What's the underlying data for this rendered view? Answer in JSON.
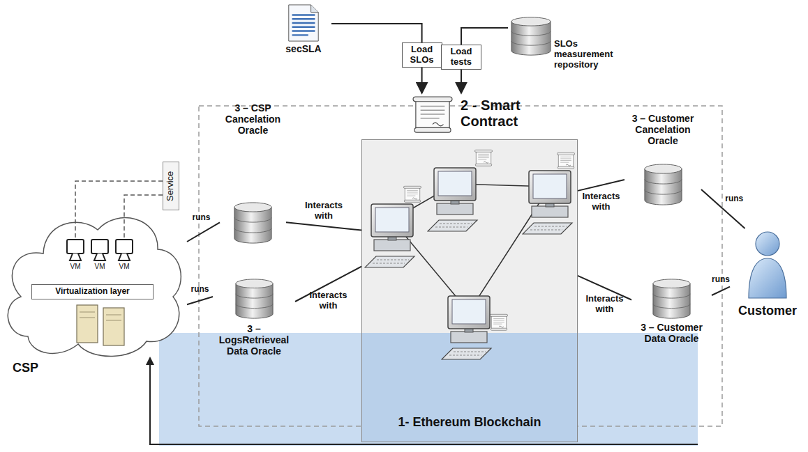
{
  "diagram": {
    "nodes": [
      {
        "text": [
          "secSLA"
        ]
      },
      {
        "text": [
          "SLOs measurement repository"
        ]
      },
      {
        "text": [
          "2 - Smart Contract"
        ]
      },
      {
        "text": [
          "1- Ethereum Blockchain"
        ]
      },
      {
        "text": [
          "CSP"
        ]
      },
      {
        "text": [
          "Virtualization layer"
        ],
        "in": 4
      },
      {
        "text": [
          "Service"
        ],
        "in": 4
      },
      {
        "text": [
          "3 – CSP Cancelation Oracle"
        ]
      },
      {
        "text": [
          "3 – LogsRetrieveal Data Oracle"
        ]
      },
      {
        "text": [
          "3 – Customer Cancelation Oracle"
        ]
      },
      {
        "text": [
          "3 – Customer Data Oracle"
        ]
      },
      {
        "text": [
          "Customer"
        ]
      }
    ],
    "edges": [
      {
        "from": 0,
        "to": 2,
        "label": "Load SLOs",
        "arrow": "to"
      },
      {
        "from": 1,
        "to": 2,
        "label": "Load tests",
        "arrow": "to"
      },
      {
        "from": 4,
        "to": 7,
        "label": "runs",
        "arrow": "none"
      },
      {
        "from": 4,
        "to": 8,
        "label": "runs",
        "arrow": "none"
      },
      {
        "from": 7,
        "to": 3,
        "label": "Interacts with",
        "arrow": "none"
      },
      {
        "from": 8,
        "to": 3,
        "label": "Interacts with",
        "arrow": "none"
      },
      {
        "from": 11,
        "to": 9,
        "label": "runs",
        "arrow": "none"
      },
      {
        "from": 11,
        "to": 10,
        "label": "runs",
        "arrow": "none"
      },
      {
        "from": 9,
        "to": 3,
        "label": "Interacts with",
        "arrow": "none"
      },
      {
        "from": 10,
        "to": 3,
        "label": "Interacts with",
        "arrow": "none"
      }
    ],
    "labels": [
      "VM",
      "VM",
      "VM"
    ]
  }
}
